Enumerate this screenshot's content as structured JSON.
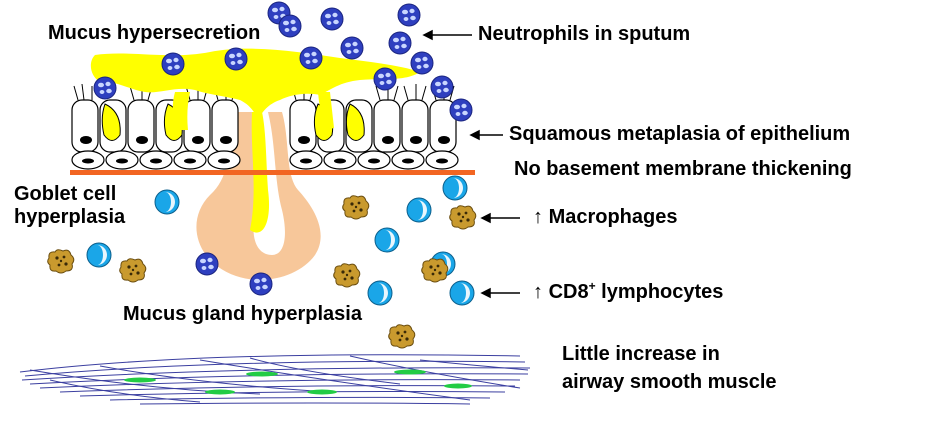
{
  "labels": {
    "mucus_hypersecretion": "Mucus hypersecretion",
    "neutrophils": "Neutrophils in sputum",
    "squamous": "Squamous metaplasia of epithelium",
    "basement": "No basement membrane thickening",
    "goblet_line1": "Goblet cell",
    "goblet_line2": "hyperplasia",
    "macrophages_arrow": "↑",
    "macrophages": "Macrophages",
    "cd8_arrow": "↑",
    "cd8_prefix": "CD8",
    "cd8_sup": "+",
    "cd8_suffix": " lymphocytes",
    "gland": "Mucus gland hyperplasia",
    "muscle_line1": "Little increase in",
    "muscle_line2": "airway smooth muscle"
  },
  "colors": {
    "mucus": "#ffff00",
    "gland": "#f7c79a",
    "membrane": "#f26522",
    "neutrophil": "#2e3fbf",
    "lymphocyte": "#1aa6e8",
    "macrophage": "#c99a2e",
    "muscle_line": "#3b3fa0",
    "muscle_nucleus": "#22cc44",
    "cell_nucleus": "#000000"
  },
  "icons": {
    "neutrophil": "neutrophil-icon",
    "lymphocyte": "lymphocyte-icon",
    "macrophage": "macrophage-icon"
  }
}
